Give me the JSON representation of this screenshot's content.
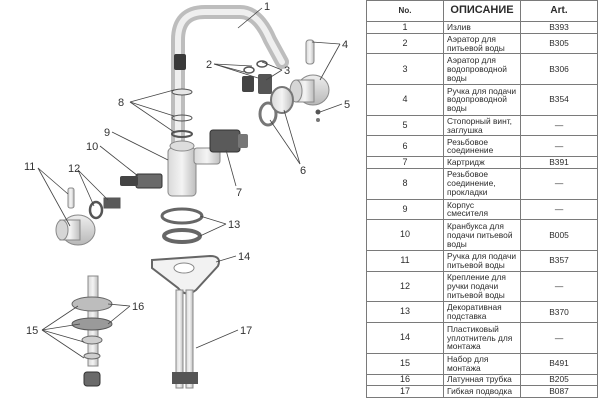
{
  "table": {
    "headers": {
      "no": "No.",
      "description": "ОПИСАНИЕ",
      "art": "Art."
    },
    "rows": [
      {
        "no": "1",
        "description": "Излив",
        "art": "B393"
      },
      {
        "no": "2",
        "description": "Аэратор для питьевой воды",
        "art": "B305"
      },
      {
        "no": "3",
        "description": "Аэратор для водопроводной воды",
        "art": "B306"
      },
      {
        "no": "4",
        "description": "Ручка для подачи водопроводной воды",
        "art": "B354"
      },
      {
        "no": "5",
        "description": "Стопорный винт, заглушка",
        "art": "—"
      },
      {
        "no": "6",
        "description": "Резьбовое соединение",
        "art": "—"
      },
      {
        "no": "7",
        "description": "Картридж",
        "art": "B391"
      },
      {
        "no": "8",
        "description": "Резьбовое соединение, прокладки",
        "art": "—"
      },
      {
        "no": "9",
        "description": "Корпус смесителя",
        "art": "—"
      },
      {
        "no": "10",
        "description": "Кранбукса для подачи питьевой воды",
        "art": "B005"
      },
      {
        "no": "11",
        "description": "Ручка для подачи питьевой воды",
        "art": "B357"
      },
      {
        "no": "12",
        "description": "Крепление для ручки подачи питьевой воды",
        "art": "—"
      },
      {
        "no": "13",
        "description": "Декоративная подставка",
        "art": "B370"
      },
      {
        "no": "14",
        "description": "Пластиковый уплотнитель для монтажа",
        "art": "—"
      },
      {
        "no": "15",
        "description": "Набор для монтажа",
        "art": "B491"
      },
      {
        "no": "16",
        "description": "Латунная трубка",
        "art": "B205"
      },
      {
        "no": "17",
        "description": "Гибкая подводка",
        "art": "B087"
      }
    ]
  },
  "callouts": {
    "c1": "1",
    "c2": "2",
    "c3": "3",
    "c4": "4",
    "c5": "5",
    "c6": "6",
    "c7": "7",
    "c8": "8",
    "c9": "9",
    "c10": "10",
    "c11": "11",
    "c12": "12",
    "c13": "13",
    "c14": "14",
    "c15": "15",
    "c16": "16",
    "c17": "17"
  }
}
